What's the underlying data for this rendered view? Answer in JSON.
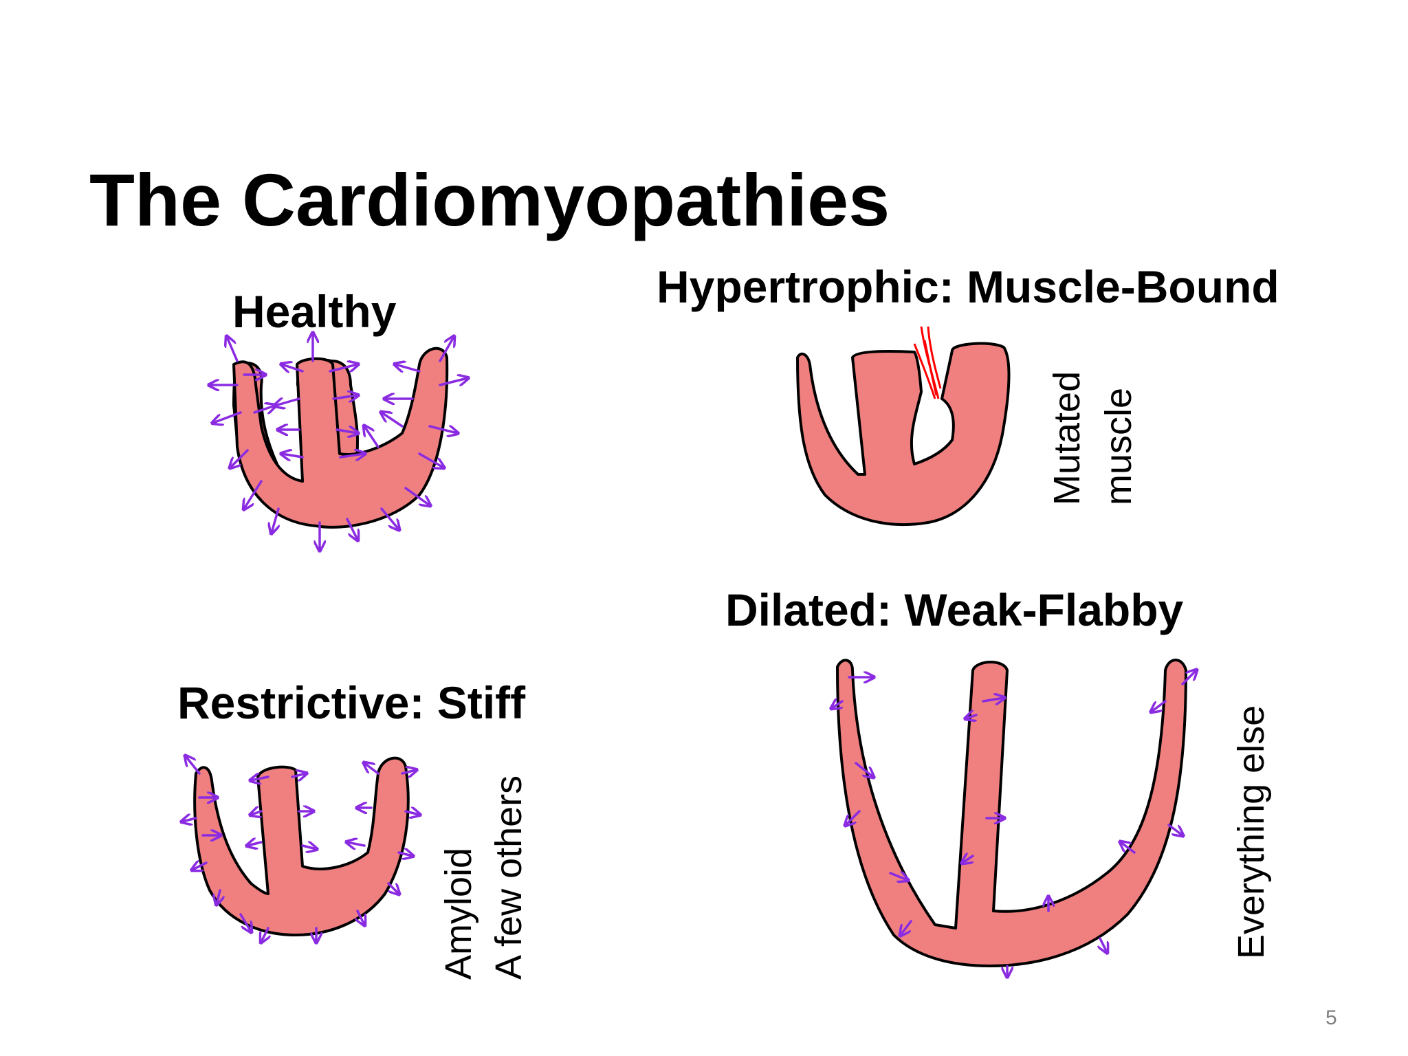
{
  "slide": {
    "title": "The Cardiomyopathies",
    "page_number": "5"
  },
  "panels": {
    "healthy": {
      "label": "Healthy"
    },
    "hypertrophic": {
      "label": "Hypertrophic: Muscle-Bound",
      "note_line1": "Mutated",
      "note_line2": "muscle"
    },
    "dilated": {
      "label": "Dilated: Weak-Flabby",
      "note": "Everything else"
    },
    "restrictive": {
      "label": "Restrictive: Stiff",
      "note_line1": "Amyloid",
      "note_line2": "A few others"
    }
  },
  "colors": {
    "muscle": "#f08080",
    "arrows": "#8a2be2",
    "mutation": "#ff0000"
  }
}
